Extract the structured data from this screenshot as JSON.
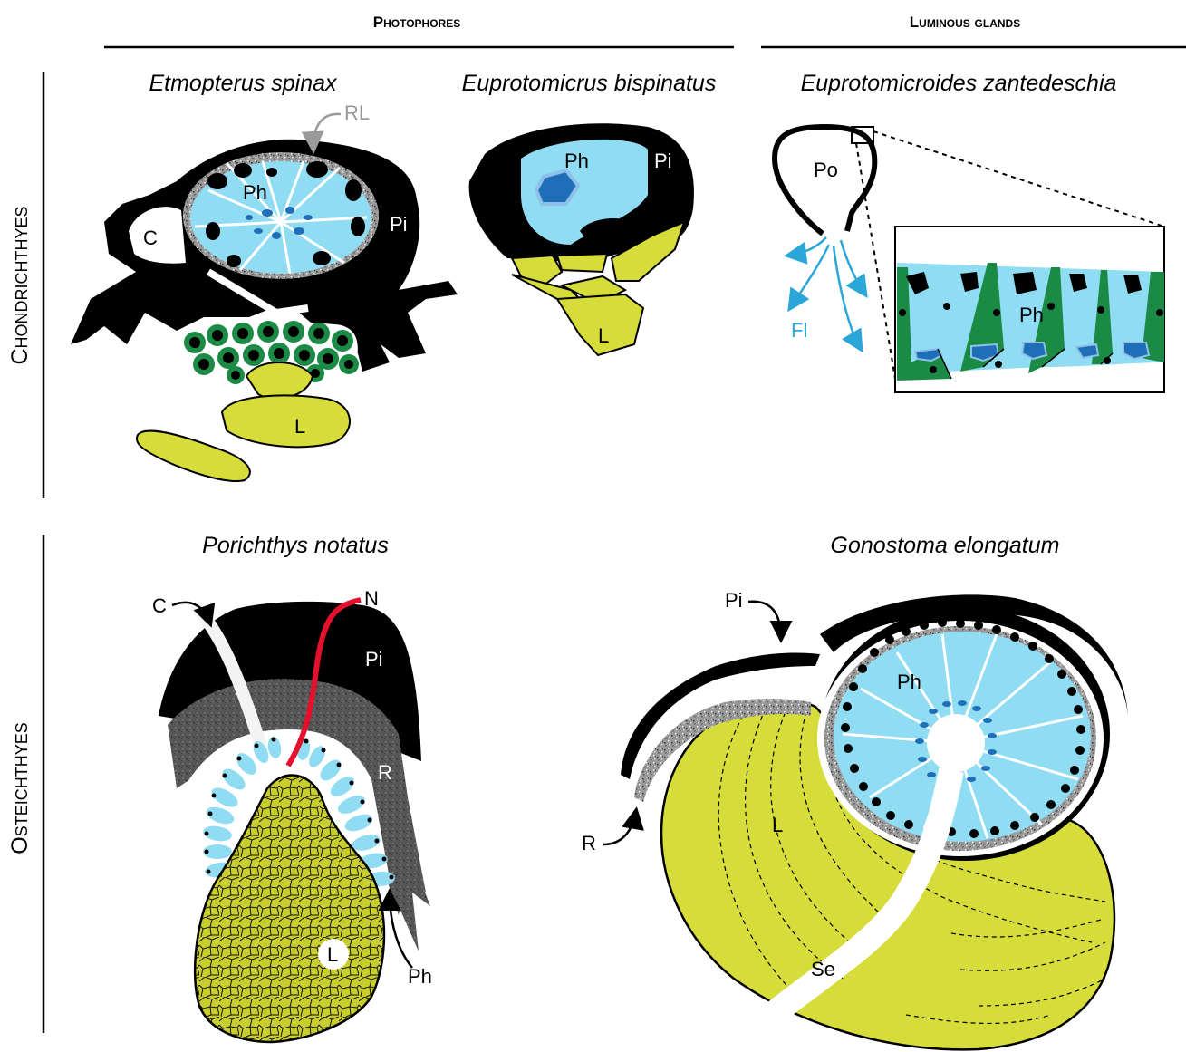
{
  "headers": {
    "photophores": "Photophores",
    "luminous_glands": "Luminous glands"
  },
  "groups": {
    "chondrichthyes": "Chondrichthyes",
    "osteichthyes": "Osteichthyes"
  },
  "species": {
    "etmopterus": "Etmopterus spinax",
    "euprotomicrus": "Euprotomicrus bispinatus",
    "euprotomicroides": "Euprotomicroides zantedeschia",
    "porichthys": "Porichthys notatus",
    "gonostoma": "Gonostoma elongatum"
  },
  "labels": {
    "etmopterus": {
      "rl": "RL",
      "ph": "Ph",
      "pi": "Pi",
      "c": "C",
      "l": "L"
    },
    "euprotomicrus": {
      "ph": "Ph",
      "pi": "Pi",
      "l": "L"
    },
    "euprotomicroides": {
      "po": "Po",
      "fl": "Fl",
      "ph": "Ph"
    },
    "porichthys": {
      "c": "C",
      "n": "N",
      "pi": "Pi",
      "r": "R",
      "l": "L",
      "ph": "Ph"
    },
    "gonostoma": {
      "pi": "Pi",
      "ph": "Ph",
      "l": "L",
      "r": "R",
      "se": "Se"
    }
  },
  "colors": {
    "photocyte": "#8fdcf3",
    "photocyte_dark": "#1e6fb8",
    "lens": "#d6dc3a",
    "pigment": "#000000",
    "green_cell": "#1a8a45",
    "nerve": "#e4102e",
    "fluid_arrow": "#2aa6d8",
    "reflector": "#8c8c8c"
  },
  "icons": {
    "curved_arrow": "curved-arrow-icon"
  }
}
